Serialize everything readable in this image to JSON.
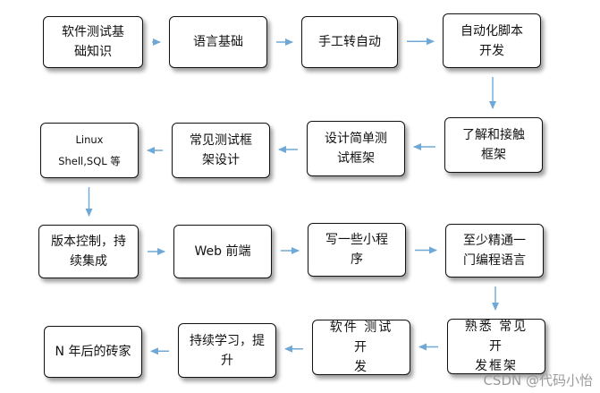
{
  "nodes": [
    {
      "id": "n1",
      "text": "软件测试基\n础知识"
    },
    {
      "id": "n2",
      "text": "语言基础"
    },
    {
      "id": "n3",
      "text": "手工转自动"
    },
    {
      "id": "n4",
      "text": "自动化脚本\n开发"
    },
    {
      "id": "n5",
      "text": "Linux\nShell,SQL 等"
    },
    {
      "id": "n6",
      "text": "常见测试框\n架设计"
    },
    {
      "id": "n7",
      "text": "设计简单测\n试框架"
    },
    {
      "id": "n8",
      "text": "了解和接触\n框架"
    },
    {
      "id": "n9",
      "text": "版本控制，持\n续集成"
    },
    {
      "id": "n10",
      "text": "Web 前端"
    },
    {
      "id": "n11",
      "text": "写一些小程\n序"
    },
    {
      "id": "n12",
      "text": "至少精通一\n门编程语言"
    },
    {
      "id": "n13",
      "text": "N 年后的砖家"
    },
    {
      "id": "n14",
      "text": "持续学习，提\n升"
    },
    {
      "id": "n15",
      "text": "软件 测试 开\n发"
    },
    {
      "id": "n16",
      "text": "熟悉 常见 开\n发框架"
    }
  ],
  "edges": [
    {
      "from": "n1",
      "to": "n2"
    },
    {
      "from": "n2",
      "to": "n3"
    },
    {
      "from": "n3",
      "to": "n4"
    },
    {
      "from": "n4",
      "to": "n8"
    },
    {
      "from": "n8",
      "to": "n7"
    },
    {
      "from": "n7",
      "to": "n6"
    },
    {
      "from": "n6",
      "to": "n5"
    },
    {
      "from": "n5",
      "to": "n9"
    },
    {
      "from": "n9",
      "to": "n10"
    },
    {
      "from": "n10",
      "to": "n11"
    },
    {
      "from": "n11",
      "to": "n12"
    },
    {
      "from": "n12",
      "to": "n16"
    },
    {
      "from": "n16",
      "to": "n15"
    },
    {
      "from": "n15",
      "to": "n14"
    },
    {
      "from": "n14",
      "to": "n13"
    }
  ],
  "style": {
    "arrow_color": "#6fa8d6",
    "border_color": "#111111"
  },
  "watermark": "CSDN @代码小怡"
}
